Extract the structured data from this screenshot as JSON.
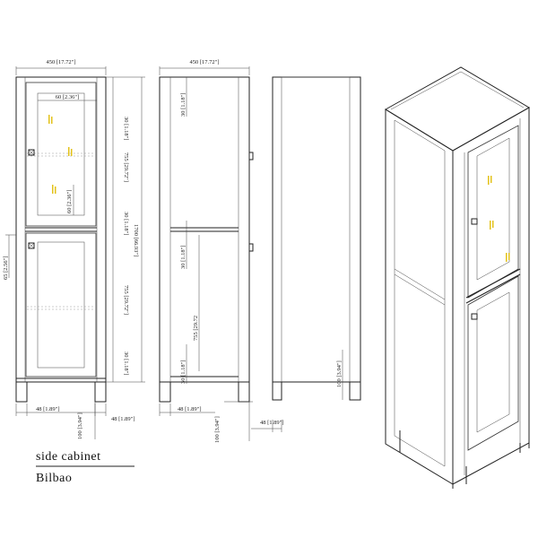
{
  "caption": {
    "line1": "side cabinet",
    "line2": "Bilbao"
  },
  "dimensions": {
    "width_top_front": "450 [17.72\"]",
    "width_top_side": "450 [17.72\"]",
    "frame_60_horizontal": "60 [2.36\"]",
    "frame_60_vertical": "60 [2.36\"]",
    "top_rail_30": "30 [1.18\"]",
    "upper_door_755": "755 [29.72\"]",
    "mid_rail_30": "30 [1.18\"]",
    "total_height": "1700 [66.93\"]",
    "lower_door_755": "755 [29.72\"]",
    "bottom_rail_30": "30 [1.18\"]",
    "handle_65": "65 [2.56\"]",
    "leg_48_front_left": "48 [1.89\"]",
    "leg_48_front_right": "48 [1.89\"]",
    "leg_100_front": "100 [3.94\"]",
    "side_top_30": "30 [1.18\"]",
    "side_mid_30": "30 [1.18\"]",
    "side_755": "755 [29.72",
    "side_bottom_30": "30 [1.18\"]",
    "side_leg_48": "48 [1.89\"]",
    "side_leg_100": "100 [3.94\"]",
    "right_leg_48": "48 [1.89\"]",
    "right_leg_100": "100 [3.94\"]"
  }
}
